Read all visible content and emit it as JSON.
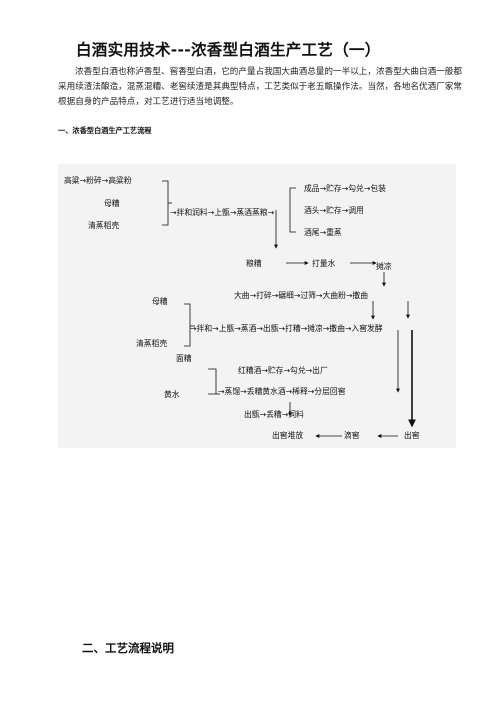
{
  "title": "白酒实用技术---浓香型白酒生产工艺（一）",
  "intro": "浓香型白酒也称泸香型、窖香型白酒，它的产量占我国大曲酒总量的一半以上，浓香型大曲白酒一般都采用续渣法酿造，混蒸混糟、老窖续渣是其典型特点，工艺类似于老五甑操作法。当然，各地名优酒厂家常根据自身的产品特点，对工艺进行适当地调整。",
  "section1": "一、浓香型白酒生产工艺流程",
  "section2": "二、工艺流程说明",
  "flow": {
    "n1": "高粱→粉碎→高粱粉",
    "n2": "母糟",
    "n3": "清蒸稻壳",
    "n4": "→拌和润料→上甑→蒸酒蒸粮→",
    "n5": "成品→贮存→勾兑→包装",
    "n6": "酒头→贮存→调用",
    "n7": "酒尾→重蒸",
    "n8": "粮糟",
    "n9": "打量水",
    "n10": "摊凉",
    "n11": "大曲→打碎→碾细→过筛→大曲粉→撒曲",
    "n12": "母糟",
    "n13": "清蒸稻壳",
    "n14": "→拌和→上甑→蒸酒→出甑→打糟→摊凉→撒曲→入窖发酵",
    "n15": "面糟",
    "n16": "红糟酒→贮存→勾兑→出厂",
    "n17": "黄水",
    "n18": "→蒸馏→丢糟黄水酒→稀释→分层回窖",
    "n19": "出甑→丢糟→饲料",
    "n20": "出窖堆放",
    "n21": "滴窖",
    "n22": "出窖"
  }
}
